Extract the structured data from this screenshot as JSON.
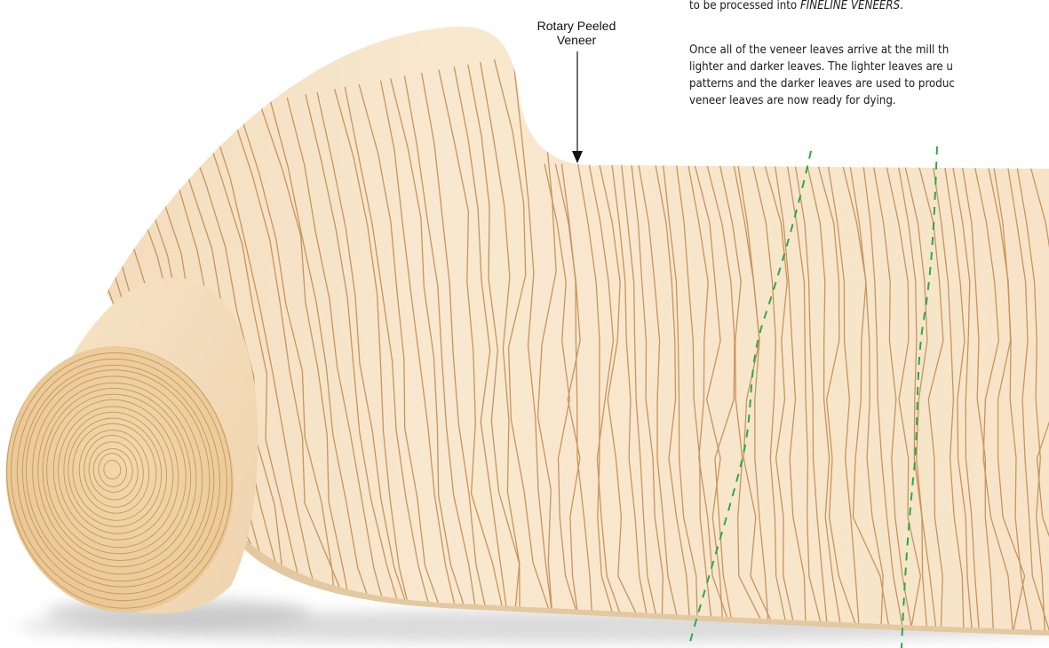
{
  "callout": {
    "line1": "Rotary Peeled",
    "line2": "Veneer"
  },
  "description": {
    "intro_before": "to be processed into ",
    "intro_emphasis": "FINELINE VENEERS",
    "intro_after": ".",
    "paragraph_lines": [
      "Once all of the veneer leaves arrive at the mill th",
      "lighter and darker leaves. The lighter leaves are u",
      "patterns and the darker leaves are used to produc",
      "veneer leaves are now ready for dying."
    ]
  },
  "colors": {
    "veneer_fill": "#f6e2c4",
    "grain_stroke": "#c8945c",
    "cut_line": "#2fa84a",
    "arrow": "#111111"
  }
}
